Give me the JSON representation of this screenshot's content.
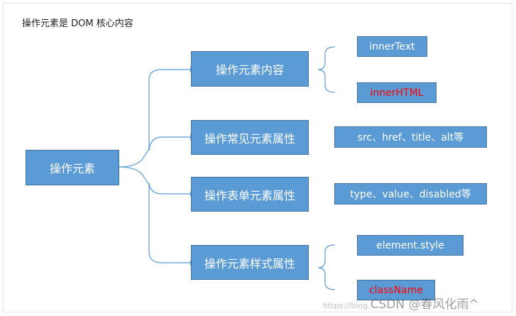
{
  "title": "操作元素是 DOM 核心内容",
  "root": "操作元素",
  "categories": [
    {
      "label": "操作元素内容",
      "children": [
        "innerText",
        "innerHTML"
      ]
    },
    {
      "label": "操作常见元素属性",
      "children": [
        "src、href、title、alt等"
      ]
    },
    {
      "label": "操作表单元素属性",
      "children": [
        "type、value、disabled等"
      ]
    },
    {
      "label": "操作元素样式属性",
      "children": [
        "element.style",
        "className"
      ]
    }
  ],
  "colors": {
    "box_fill": "#5b9bd5",
    "box_border": "#41719c",
    "connector": "#5b9bd5",
    "highlight_text": "#ff0000"
  },
  "watermark": {
    "faint": "https://blog.",
    "main": "CSDN @春风化雨^"
  }
}
